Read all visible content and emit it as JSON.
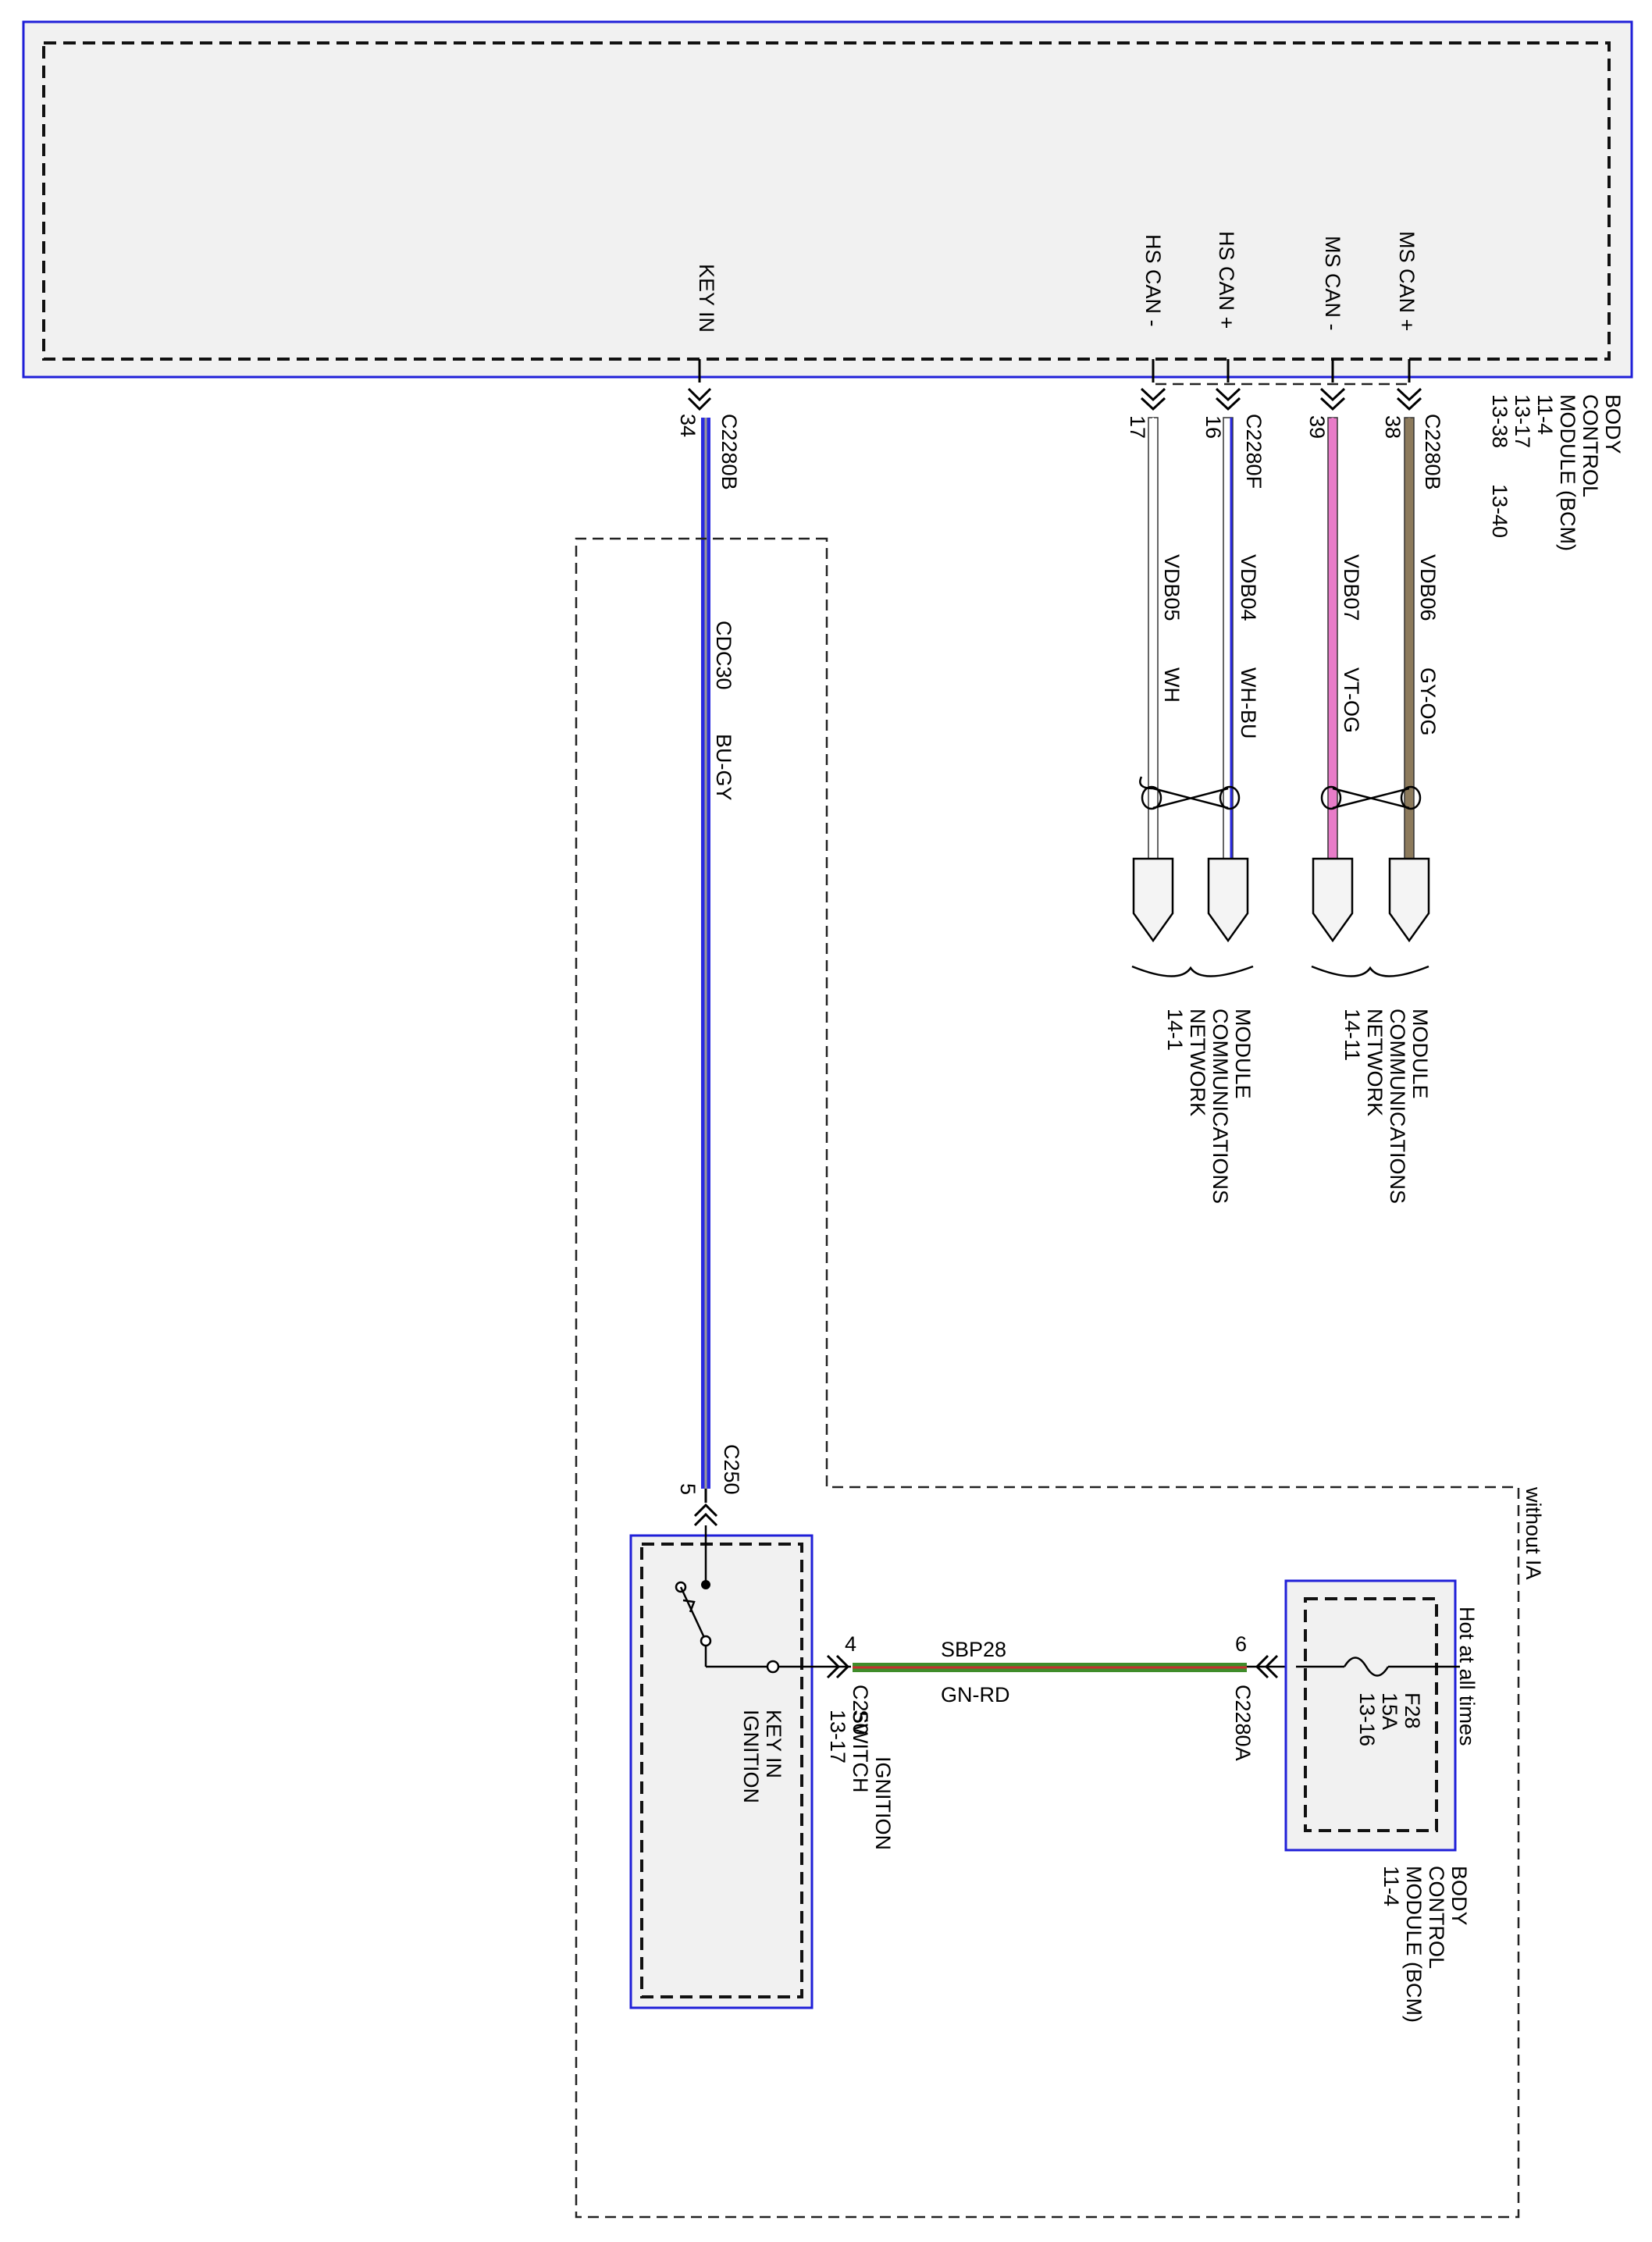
{
  "bcm_top": {
    "title_lines": [
      "BODY",
      "CONTROL",
      "MODULE (BCM)",
      "11-4",
      "13-17",
      "13-38"
    ],
    "extra_ref": "13-40",
    "pins": {
      "key_in": "KEY IN",
      "hs_can_minus": "HS CAN -",
      "hs_can_plus": "HS CAN +",
      "ms_can_minus": "MS CAN -",
      "ms_can_plus": "MS CAN +"
    }
  },
  "wires": {
    "key_in": {
      "pin": "34",
      "connector": "C2280B",
      "circuit": "CDC30",
      "color_code": "BU-GY",
      "color": "#2a2ae0",
      "tracer": "#9a9a9a"
    },
    "hs_can_minus": {
      "pin": "17",
      "circuit": "VDB05",
      "color_code": "WH",
      "color": "#ffffff",
      "tracer": "#ffffff"
    },
    "hs_can_plus": {
      "pin": "16",
      "connector": "C2280F",
      "circuit": "VDB04",
      "color_code": "WH-BU",
      "color": "#ffffff",
      "tracer": "#2a2ae0"
    },
    "ms_can_minus": {
      "pin": "39",
      "circuit": "VDB07",
      "color_code": "VT-OG",
      "color": "#e87cc8",
      "tracer": "#e87cc8"
    },
    "ms_can_plus": {
      "pin": "38",
      "connector": "C2280B",
      "circuit": "VDB06",
      "color_code": "GY-OG",
      "color": "#8c7a5c",
      "tracer": "#8c7a5c"
    },
    "ignition_feed": {
      "circuit": "SBP28",
      "color_code": "GN-RD",
      "color": "#3f8c2a",
      "tracer": "#c63030",
      "pin_left": "4",
      "connector_left": "C250",
      "pin_right": "6",
      "connector_right": "C2280A"
    }
  },
  "network_refs": {
    "hs": [
      "MODULE",
      "COMMUNICATIONS",
      "NETWORK",
      "14-1"
    ],
    "ms": [
      "MODULE",
      "COMMUNICATIONS",
      "NETWORK",
      "14-11"
    ]
  },
  "ignition_switch": {
    "connector_top": "C250",
    "pin_top": "5",
    "title_lines": [
      "IGNITION",
      "SWITCH",
      "13-17"
    ],
    "connector_label": "C250",
    "internal_label": [
      "KEY IN",
      "IGNITION"
    ]
  },
  "bcm_bottom": {
    "supply": "Hot at all times",
    "fuse": [
      "F28",
      "15A",
      "13-16"
    ],
    "title_lines": [
      "BODY",
      "CONTROL",
      "MODULE (BCM)",
      "11-4"
    ]
  },
  "option_label": "without IA"
}
